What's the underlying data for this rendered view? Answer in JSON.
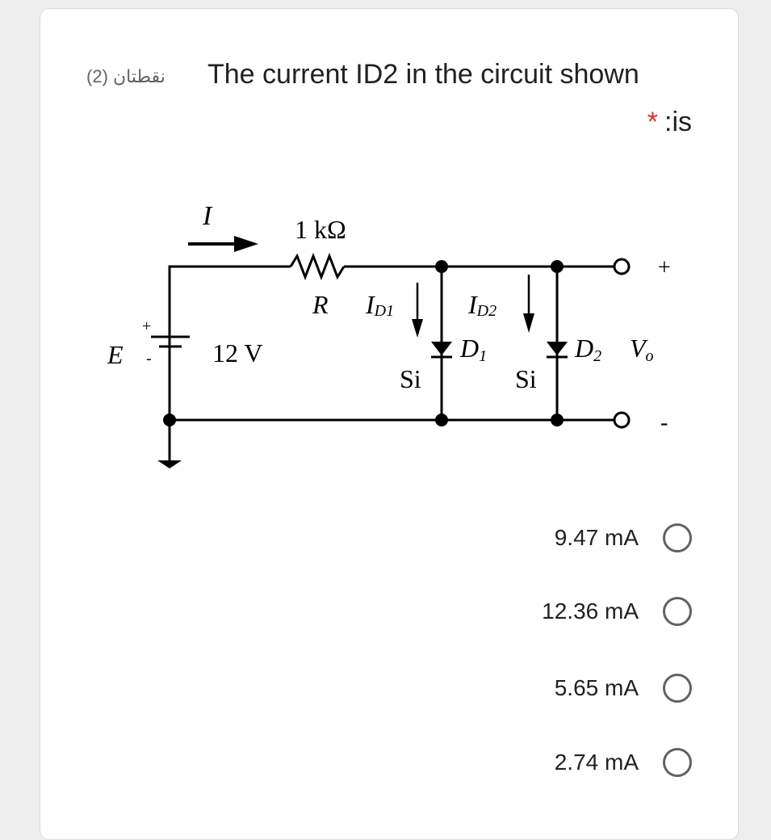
{
  "question": {
    "title": "The current ID2 in the circuit shown",
    "title_cont": ":is",
    "required_marker": "*",
    "points": "نقطتان (2)"
  },
  "circuit": {
    "current_label": "I",
    "resistance": "1 kΩ",
    "resistor_name": "R",
    "id1_main": "I",
    "id1_sub": "D1",
    "id2_main": "I",
    "id2_sub": "D2",
    "d1_main": "D",
    "d1_sub": "1",
    "d2_main": "D",
    "d2_sub": "2",
    "vo_main": "V",
    "vo_sub": "o",
    "source_name": "E",
    "voltage": "12 V",
    "material1": "Si",
    "material2": "Si",
    "plus": "+",
    "minus": "-",
    "src_plus": "+",
    "src_minus": "-"
  },
  "options": [
    {
      "label": "9.47 mA"
    },
    {
      "label": "12.36 mA"
    },
    {
      "label": "5.65 mA"
    },
    {
      "label": "2.74 mA"
    }
  ]
}
